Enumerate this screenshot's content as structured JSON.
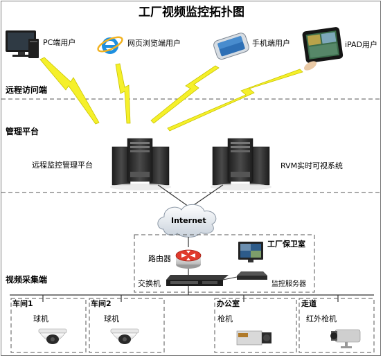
{
  "title": "工厂视频监控拓扑图",
  "sections": {
    "remote": "远程访问端",
    "management": "管理平台",
    "capture": "视频采集端"
  },
  "clients": {
    "pc": "PC端用户",
    "web": "网页浏览端用户",
    "mobile": "手机端用户",
    "ipad": "iPAD用户"
  },
  "platform": {
    "left": "远程监控管理平台",
    "right": "RVM实时可视系统"
  },
  "network": {
    "internet": "Internet",
    "router": "路由器",
    "switch": "交换机",
    "guard_room": "工厂保卫室",
    "server": "监控服务器"
  },
  "areas": [
    {
      "name": "车间1",
      "camera": "球机"
    },
    {
      "name": "车间2",
      "camera": "球机"
    },
    {
      "name": "办公室",
      "camera": "枪机"
    },
    {
      "name": "走道",
      "camera": "红外枪机"
    }
  ],
  "colors": {
    "lightning": "#f5f02a",
    "lightning_stroke": "#c9c400",
    "dashed": "#555555",
    "router": "#e03a2c",
    "server_body": "#2d2d2d"
  }
}
